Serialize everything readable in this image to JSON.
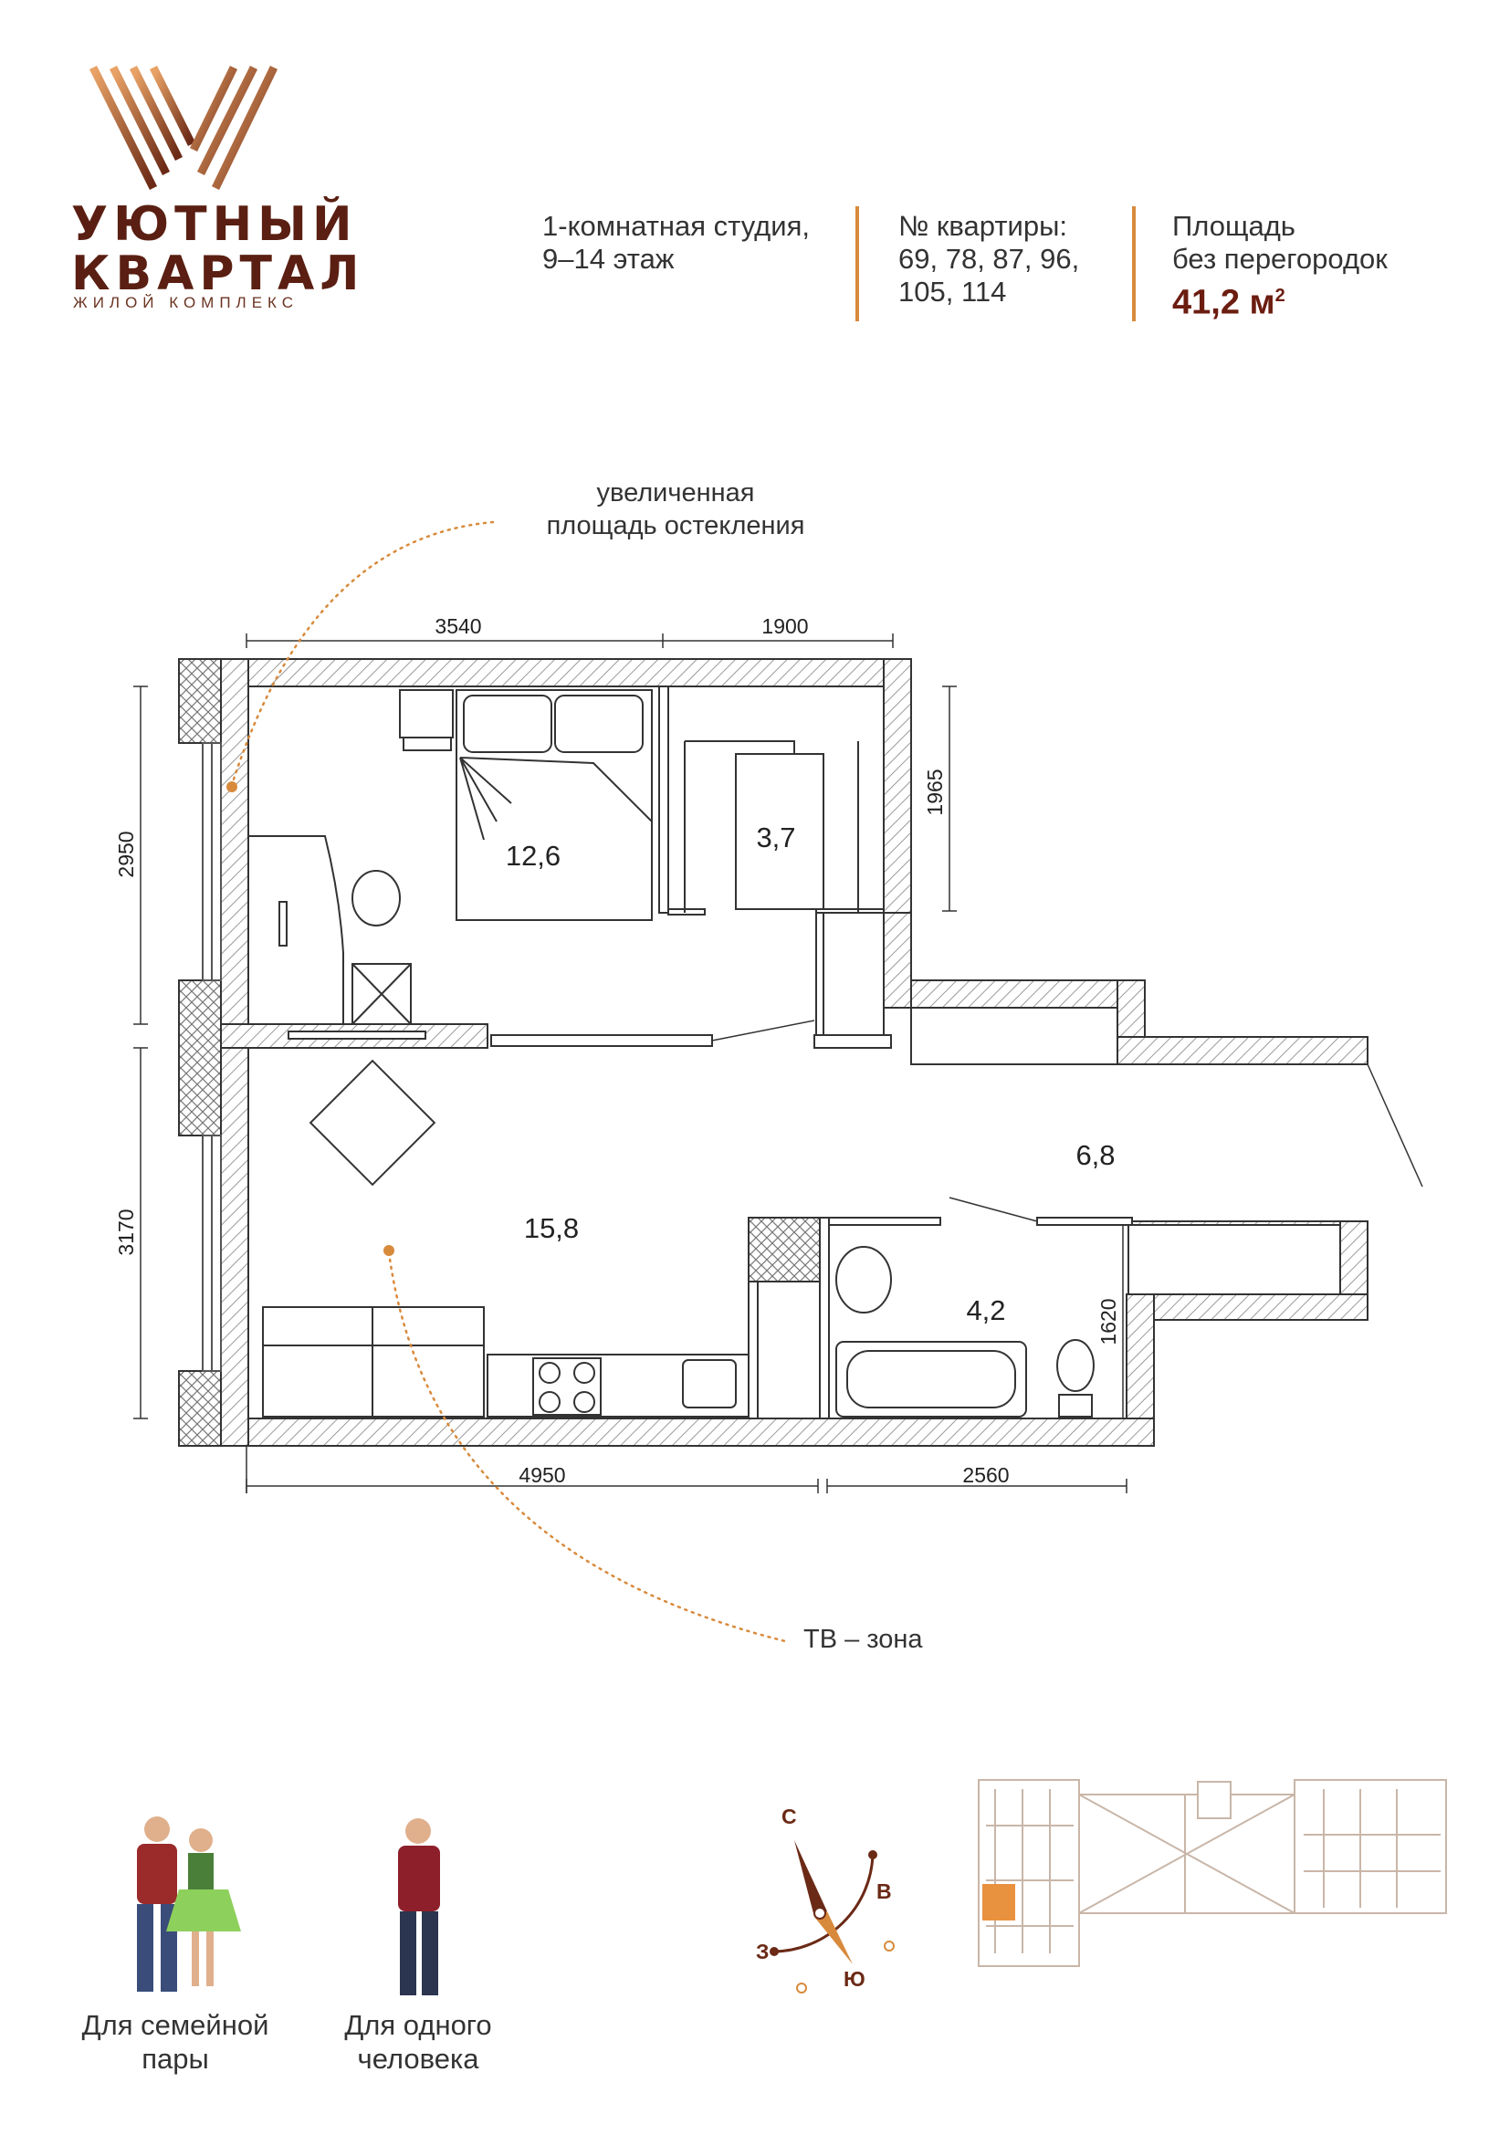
{
  "brand": {
    "line1": "УЮТНЫЙ",
    "line2": "КВАРТАЛ",
    "line3": "ЖИЛОЙ КОМПЛЕКС",
    "logo_icon": "stripes-v-logo-icon"
  },
  "header": {
    "type_line1": "1-комнатная студия,",
    "type_line2": "9–14 этаж",
    "apt_label": "№ квартиры:",
    "apt_line1": "69, 78, 87, 96,",
    "apt_line2": "105, 114",
    "area_line1": "Площадь",
    "area_line2": "без перегородок",
    "area_value": "41,2 м",
    "area_sup": "2"
  },
  "annotations": {
    "glazing_line1": "увеличенная",
    "glazing_line2": "площадь остекления",
    "tv_zone": "ТВ – зона"
  },
  "plan": {
    "dims": {
      "top_left": "3540",
      "top_right": "1900",
      "left_top": "2950",
      "left_bottom": "3170",
      "right_closet": "1965",
      "bath_height": "1620",
      "bottom_left": "4950",
      "bottom_right": "2560"
    },
    "areas": {
      "bedroom": "12,6",
      "wardrobe": "3,7",
      "hall": "6,8",
      "living": "15,8",
      "bathroom": "4,2"
    }
  },
  "audience": {
    "family_line1": "Для семейной",
    "family_line2": "пары",
    "single_line1": "Для одного",
    "single_line2": "человека"
  },
  "compass": {
    "north": "С",
    "east": "В",
    "west": "З",
    "south": "Ю"
  },
  "colors": {
    "brand_dark": "#5a1f12",
    "accent_orange": "#d88a3c",
    "wall_hatch": "#8a8a8a"
  }
}
